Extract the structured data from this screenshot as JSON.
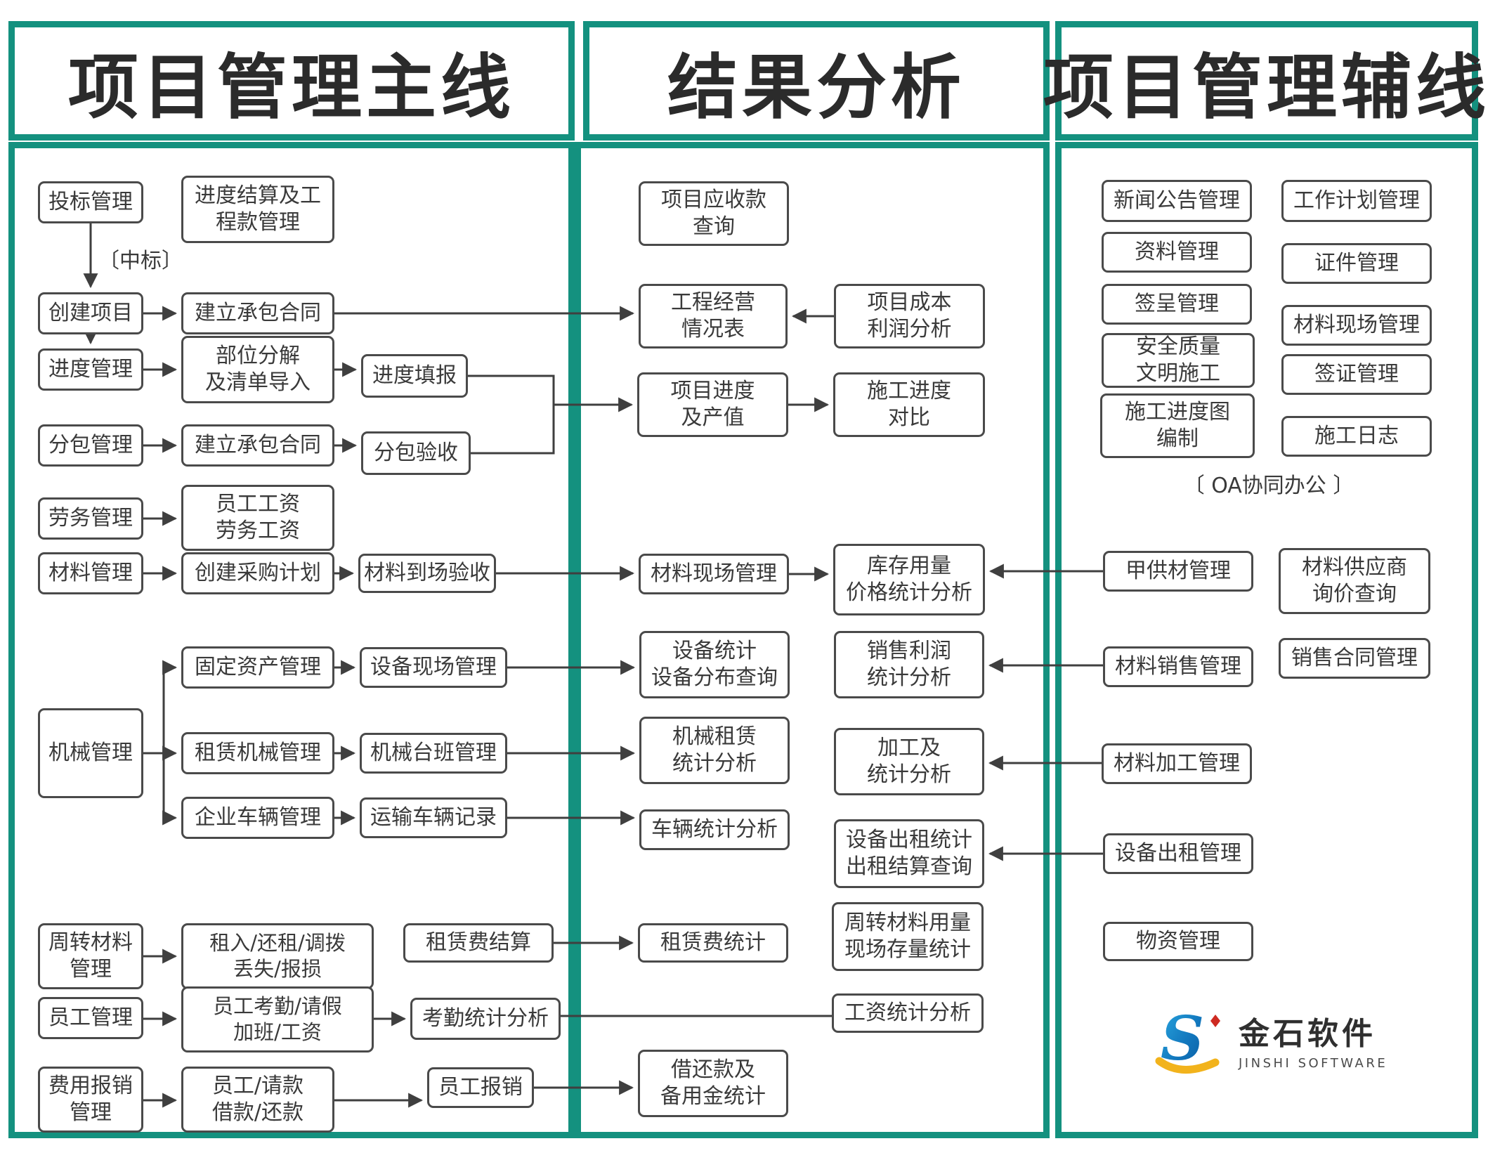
{
  "headers": {
    "col1": "项目管理主线",
    "col2": "结果分析",
    "col3": "项目管理辅线"
  },
  "labels": {
    "win_bid": "〔中标〕",
    "oa": "〔 OA协同办公 〕"
  },
  "nodes": {
    "bid": "投标管理",
    "progress_settlement": "进度结算及工\n程款管理",
    "create_project": "创建项目",
    "contract1": "建立承包合同",
    "progress_mgmt": "进度管理",
    "part_decompose": "部位分解\n及清单导入",
    "progress_fill": "进度填报",
    "subcontract": "分包管理",
    "contract2": "建立承包合同",
    "subcontract_accept": "分包验收",
    "labor": "劳务管理",
    "wages": "员工工资\n劳务工资",
    "material": "材料管理",
    "purchase_plan": "创建采购计划",
    "material_accept": "材料到场验收",
    "fixed_asset": "固定资产管理",
    "equip_site": "设备现场管理",
    "machine": "机械管理",
    "lease_machine": "租赁机械管理",
    "machine_shift": "机械台班管理",
    "vehicle": "企业车辆管理",
    "transport_record": "运输车辆记录",
    "turnover": "周转材料\n管理",
    "rent_return": "租入/还租/调拨\n丢失/报损",
    "rental_settle": "租赁费结算",
    "employee": "员工管理",
    "attendance": "员工考勤/请假\n加班/工资",
    "attendance_stats": "考勤统计分析",
    "expense": "费用报销\n管理",
    "loan": "员工/请款\n借款/还款",
    "emp_reimburse": "员工报销",
    "receivable": "项目应收款\n查询",
    "operation_table": "工程经营\n情况表",
    "cost_profit": "项目成本\n利润分析",
    "progress_output": "项目进度\n及产值",
    "construction_compare": "施工进度\n对比",
    "material_site": "材料现场管理",
    "inventory_stats": "库存用量\n价格统计分析",
    "equip_stats": "设备统计\n设备分布查询",
    "sales_profit": "销售利润\n统计分析",
    "machine_rental_stats": "机械租赁\n统计分析",
    "processing_stats": "加工及\n统计分析",
    "vehicle_stats": "车辆统计分析",
    "equip_rent_stats": "设备出租统计\n出租结算查询",
    "rental_fee_stats": "租赁费统计",
    "turnover_usage": "周转材料用量\n现场存量统计",
    "wage_stats": "工资统计分析",
    "loan_stats": "借还款及\n备用金统计",
    "news": "新闻公告管理",
    "work_plan": "工作计划管理",
    "doc": "资料管理",
    "cert": "证件管理",
    "approval": "签呈管理",
    "material_site2": "材料现场管理",
    "safety": "安全质量\n文明施工",
    "visa": "签证管理",
    "progress_chart": "施工进度图\n编制",
    "construction_log": "施工日志",
    "owner_material": "甲供材管理",
    "supplier_inquiry": "材料供应商\n询价查询",
    "material_sales": "材料销售管理",
    "sales_contract": "销售合同管理",
    "material_processing": "材料加工管理",
    "equip_rent": "设备出租管理",
    "supplies": "物资管理"
  },
  "logo": {
    "cn": "金石软件",
    "en": "JINSHI SOFTWARE"
  },
  "colors": {
    "teal": "#14917F",
    "line": "#3F3F3F",
    "border": "#4A4A4A",
    "text": "#3A3A3A",
    "title": "#2B2B2B"
  }
}
